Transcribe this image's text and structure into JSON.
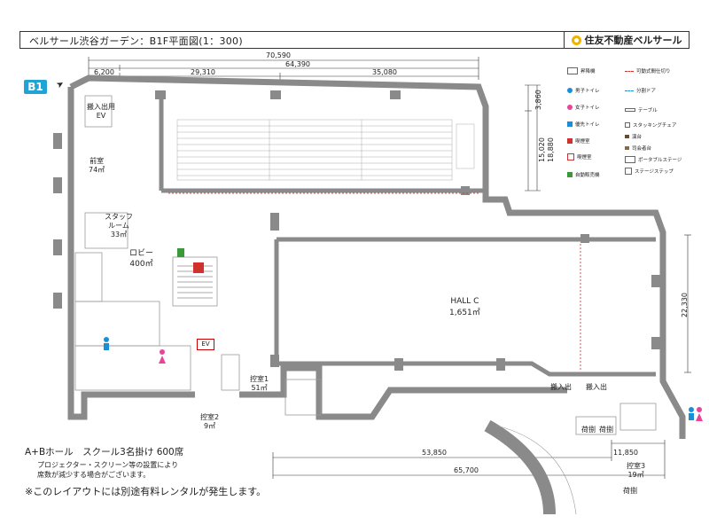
{
  "header": {
    "title": "ベルサール渋谷ガーデン：B1F平面図(1：300)",
    "brand": "住友不動産ベルサール"
  },
  "floor_badge": "B1",
  "dimensions": {
    "total": "70,590",
    "sub": "64,390",
    "seg1": "6,200",
    "seg2": "29,310",
    "seg3": "35,080",
    "right1": "3,860",
    "right2": "15,020",
    "right3": "18,880",
    "hall_right": "22,330",
    "bottom1": "53,850",
    "bottom2": "65,700",
    "bottom3": "11,850"
  },
  "rooms": {
    "loading_ev": "搬入出用\nEV",
    "anteroom": "前室\n74㎡",
    "staff_room": "スタッフ\nルーム\n33㎡",
    "lobby": "ロビー\n400㎡",
    "hall_c": "HALL C\n1,651㎡",
    "waiting1": "控室1\n51㎡",
    "waiting2": "控室2\n9㎡",
    "waiting3": "控室3\n19㎡",
    "storage_a": "荷捌",
    "storage_b": "荷捌",
    "storage_c": "荷捌",
    "load1": "搬入出",
    "load2": "搬入出",
    "ev_small": "EV"
  },
  "legend": {
    "left": [
      "昇降機",
      "男子トイレ",
      "女子トイレ",
      "優先トイレ",
      "喫煙室",
      "喫煙室",
      "自動販売機"
    ],
    "right": [
      "可動式間仕切り",
      "分割ドア",
      "テーブル",
      "スタッキングチェア",
      "演台",
      "司会者台",
      "ポータブルステージ",
      "ステージステップ"
    ]
  },
  "notes": {
    "capacity": "A+Bホール　スクール3名掛け 600席",
    "caveat": "プロジェクター・スクリーン等の設置により\n席数が減少する場合がございます。",
    "fee": "※このレイアウトには別途有料レンタルが発生します。"
  },
  "colors": {
    "accent_blue": "#22a3d5",
    "wall": "#8a8a8a",
    "male": "#1a8fd6",
    "female": "#e8459a",
    "partition": "#d0312d",
    "brand_gold": "#f0b400"
  }
}
